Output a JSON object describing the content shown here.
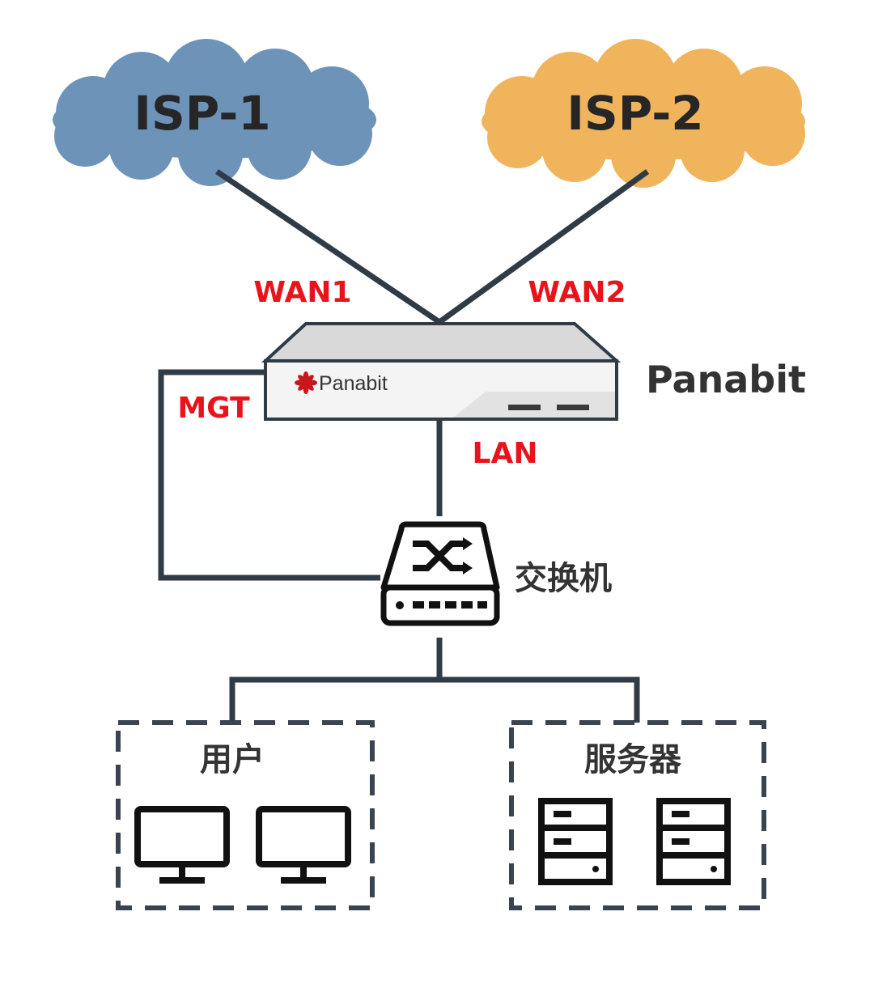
{
  "nodes": {
    "isp1": {
      "label": "ISP-1",
      "color": "#6d93b9"
    },
    "isp2": {
      "label": "ISP-2",
      "color": "#f0b45c"
    },
    "gateway": {
      "label": "Panabit",
      "brand": "Panabit"
    },
    "switch": {
      "label": "交换机"
    }
  },
  "ports": {
    "wan1": "WAN1",
    "wan2": "WAN2",
    "mgt": "MGT",
    "lan": "LAN",
    "color": "#e8141c"
  },
  "groups": {
    "users": {
      "label": "用户",
      "icon": "monitor-icon"
    },
    "servers": {
      "label": "服务器",
      "icon": "server-icon"
    }
  },
  "edges": [
    {
      "from": "isp1",
      "to": "gateway",
      "label": "WAN1"
    },
    {
      "from": "isp2",
      "to": "gateway",
      "label": "WAN2"
    },
    {
      "from": "gateway",
      "to": "switch",
      "label": "LAN"
    },
    {
      "from": "gateway",
      "to": "switch",
      "label": "MGT"
    },
    {
      "from": "switch",
      "to": "users"
    },
    {
      "from": "switch",
      "to": "servers"
    }
  ]
}
